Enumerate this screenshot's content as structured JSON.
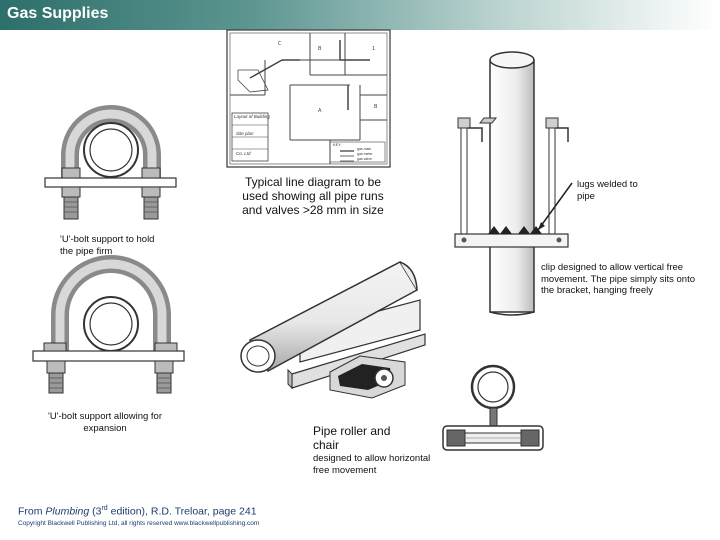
{
  "header": {
    "title": "Gas Supplies"
  },
  "labels": {
    "line_diagram": "Typical line diagram to be used showing all pipe runs and valves >28 mm in size",
    "lugs": "lugs welded to pipe",
    "ubolt_firm": "'U'-bolt support to hold the pipe firm",
    "clip": "clip designed to allow vertical free movement. The pipe simply sits onto the bracket, hanging freely",
    "ubolt_expansion": "'U'-bolt support allowing for expansion",
    "roller_title": "Pipe roller and chair",
    "roller_desc": "designed to allow horizontal free movement"
  },
  "plan": {
    "title_block": [
      "Layout of Building",
      "Site plan",
      "Co. Ltd"
    ],
    "key_heading": "KEY",
    "key_items": [
      "gas main",
      "gas meter",
      "gas valve"
    ]
  },
  "footer": {
    "source_prefix": "From ",
    "book": "Plumbing",
    "edition": " (3",
    "edition_sup": "rd",
    "source_suffix": " edition), R.D. Treloar, page 241",
    "copyright": "Copyright Blackwell Publishing Ltd, all rights reserved  www.blackwellpublishing.com"
  }
}
